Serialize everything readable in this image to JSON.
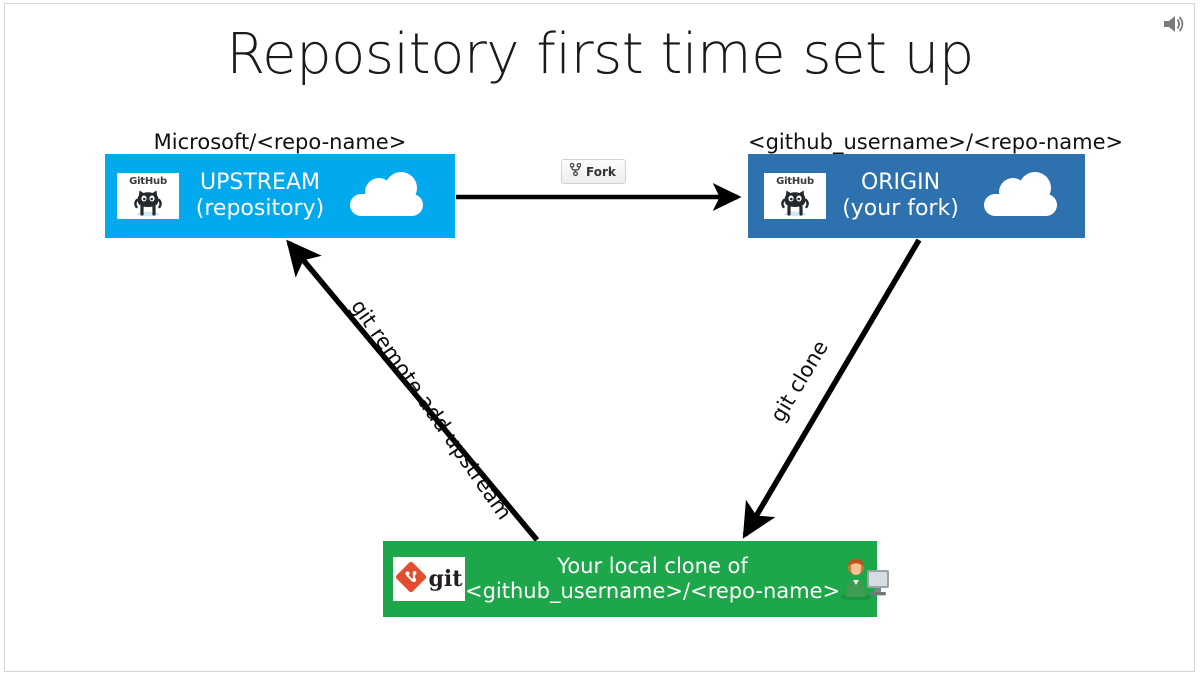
{
  "slide": {
    "title": "Repository first time set up",
    "audio_icon": "speaker-icon",
    "background_color": "#ffffff",
    "border_color": "#d4d4d4"
  },
  "nodes": {
    "upstream": {
      "caption": "Microsoft/<repo-name>",
      "line1": "UPSTREAM",
      "line2": "(repository)",
      "color": "#02A9ED",
      "logo_text": "GitHub",
      "logo_icon": "github-octocat-icon",
      "decoration_icon": "cloud-icon"
    },
    "origin": {
      "caption": "<github_username>/<repo-name>",
      "line1": "ORIGIN",
      "line2": "(your fork)",
      "color": "#2E71AF",
      "logo_text": "GitHub",
      "logo_icon": "github-octocat-icon",
      "decoration_icon": "cloud-icon"
    },
    "local": {
      "line1": "Your local clone of",
      "line2": "<github_username>/<repo-name>",
      "color": "#1DA64A",
      "logo_text": "git",
      "logo_icon": "git-diamond-icon",
      "decoration_icon": "person-at-computer-icon"
    }
  },
  "controls": {
    "fork_button": {
      "label": "Fork",
      "icon": "repo-forked-icon"
    }
  },
  "edges": {
    "fork_arrow": {
      "label": "",
      "from": "upstream",
      "to": "origin"
    },
    "clone_arrow": {
      "label": "git clone",
      "from": "origin",
      "to": "local"
    },
    "remote_add_arrow": {
      "label": "git remote add upstream",
      "from": "local",
      "to": "upstream"
    }
  }
}
